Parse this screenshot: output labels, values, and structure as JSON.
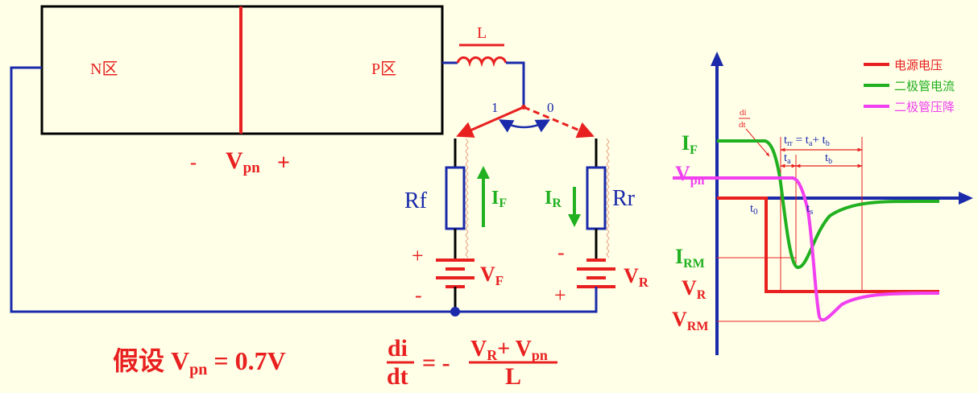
{
  "circuit": {
    "n_region": "N区",
    "p_region": "P区",
    "inductor": "L",
    "switch_pos_1": "1",
    "switch_pos_0": "0",
    "vpn_minus": "-",
    "vpn_main": "V",
    "vpn_sub": "pn",
    "vpn_plus": "+",
    "rf": "Rf",
    "rr": "Rr",
    "if_main": "I",
    "if_sub": "F",
    "ir_main": "I",
    "ir_sub": "R",
    "vf_main": "V",
    "vf_sub": "F",
    "vr_main": "V",
    "vr_sub": "R",
    "left_plus": "+",
    "left_minus": "-",
    "right_minus": "-",
    "right_plus": "+"
  },
  "equations": {
    "assume_prefix": "假设 ",
    "assume_v": "V",
    "assume_sub": "pn",
    "assume_rest": " = 0.7V",
    "frac_num": "di",
    "frac_den": "dt",
    "eq_sign": "= -",
    "rhs_v1": "V",
    "rhs_sub1": "R",
    "rhs_plus": "+ V",
    "rhs_sub2": "pn",
    "rhs_den": "L"
  },
  "waveform": {
    "legend": [
      {
        "label": "电源电压",
        "color": "#E82020"
      },
      {
        "label": "二极管电流",
        "color": "#20B020"
      },
      {
        "label": "二极管压降",
        "color": "#F040F0"
      }
    ],
    "label_if_main": "I",
    "label_if_sub": "F",
    "label_vpn_main": "V",
    "label_vpn_sub": "pn",
    "label_irm_main": "I",
    "label_irm_sub": "RM",
    "label_vr_main": "V",
    "label_vr_sub": "R",
    "label_vrm_main": "V",
    "label_vrm_sub": "RM",
    "didt_num": "di",
    "didt_den": "dt",
    "trr_main": "t",
    "trr_sub": "rr",
    "trr_eq": " = t",
    "trr_sub_a": "a",
    "trr_plus": "+ t",
    "trr_sub_b": "b",
    "ta_main": "t",
    "ta_sub": "a",
    "tb_main": "t",
    "tb_sub": "b",
    "t0_main": "t",
    "t0_sub": "0",
    "ts_main": "t",
    "ts_sub": "s"
  },
  "colors": {
    "red": "#E82020",
    "green": "#20B020",
    "magenta": "#F040F0",
    "blue": "#1A2AAA",
    "black": "#000000"
  }
}
